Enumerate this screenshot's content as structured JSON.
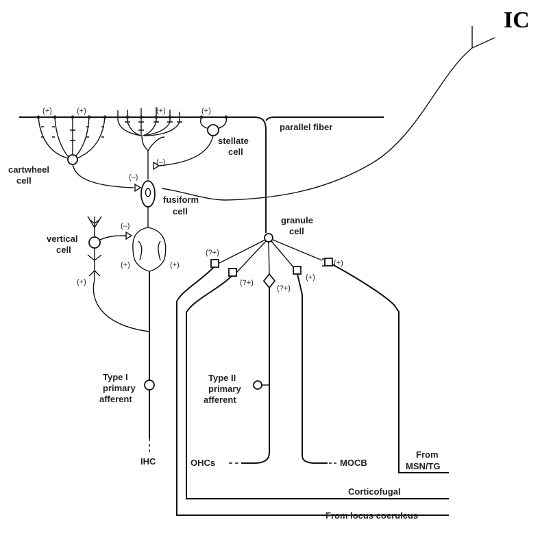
{
  "labels": {
    "ic": "IC",
    "parallel_fiber": "parallel fiber",
    "stellate_1": "stellate",
    "stellate_2": "cell",
    "cartwheel_1": "cartwheel",
    "cartwheel_2": "cell",
    "fusiform_1": "fusiform",
    "fusiform_2": "cell",
    "vertical_1": "vertical",
    "vertical_2": "cell",
    "granule_1": "granule",
    "granule_2": "cell",
    "type1_1": "Type I",
    "type1_2": "primary",
    "type1_3": "afferent",
    "type2_1": "Type II",
    "type2_2": "primary",
    "type2_3": "afferent",
    "ihc": "IHC",
    "ohcs": "OHCs",
    "mocb": "MOCB",
    "from_msn_1": "From",
    "from_msn_2": "MSN/TG",
    "corticofugal": "Corticofugal",
    "locus": "From locus coeruleus"
  },
  "signs": {
    "plus": "(+)",
    "minus": "(–)",
    "qplus": "(?+)"
  }
}
